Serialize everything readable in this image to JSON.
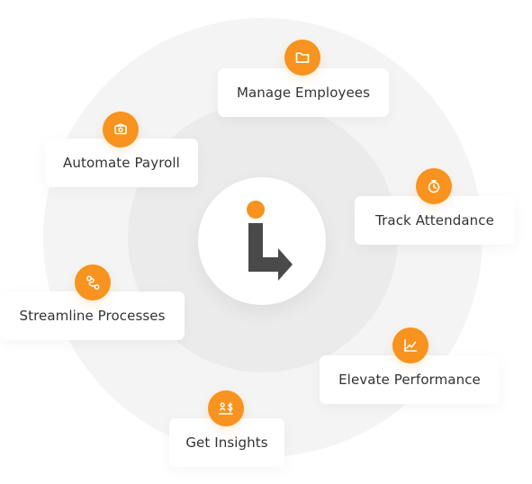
{
  "theme": {
    "accent": "#f7931e",
    "text": "#333333",
    "logo_dark": "#4a4a4a"
  },
  "features": [
    {
      "label": "Manage Employees",
      "icon": "folder-icon"
    },
    {
      "label": "Automate Payroll",
      "icon": "payroll-icon"
    },
    {
      "label": "Track Attendance",
      "icon": "stopwatch-icon"
    },
    {
      "label": "Streamline Processes",
      "icon": "workflow-route-icon"
    },
    {
      "label": "Elevate Performance",
      "icon": "line-chart-icon"
    },
    {
      "label": "Get Insights",
      "icon": "insights-scale-icon"
    }
  ]
}
